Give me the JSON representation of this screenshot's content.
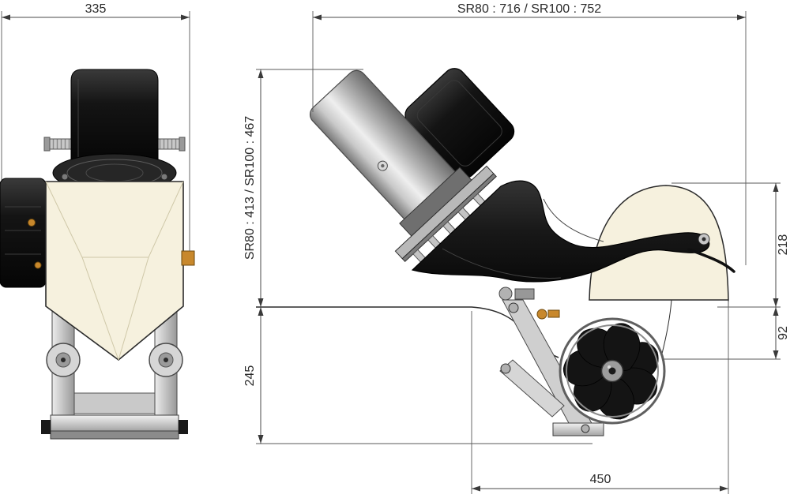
{
  "drawing": {
    "type": "technical-dimension-drawing",
    "views": {
      "front_view": "thruster front view",
      "side_view": "thruster side view"
    },
    "dimensions": {
      "dim_335": "335",
      "dim_overall": "SR80 : 716  /  SR100 : 752",
      "dim_height": "SR80 : 413  /  SR100 : 467",
      "dim_245": "245",
      "dim_218": "218",
      "dim_92": "92",
      "dim_450": "450"
    },
    "colors": {
      "housing_ivory": "#f6f1de",
      "motor_black": "#141414",
      "metal_gray": "#c9c9c9",
      "brass": "#c8882c",
      "line": "#2b2b2b"
    }
  }
}
